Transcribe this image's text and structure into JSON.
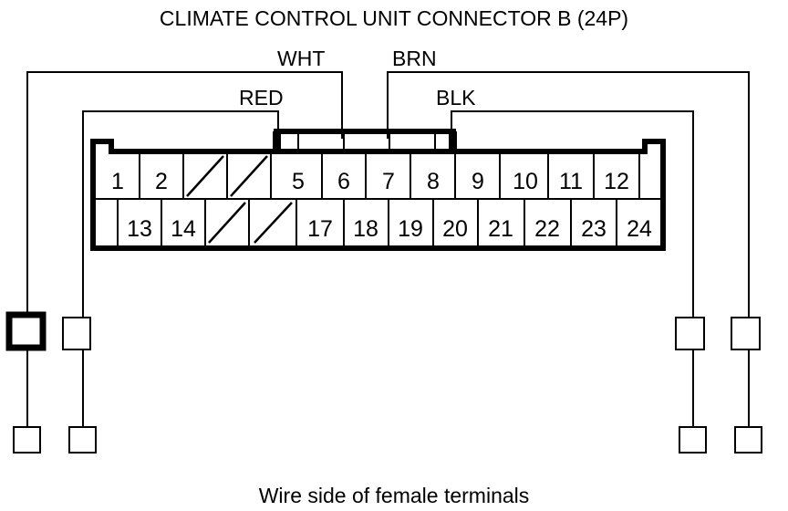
{
  "title": "CLIMATE CONTROL UNIT CONNECTOR B (24P)",
  "caption": "Wire side of female terminals",
  "connector": {
    "name": "CLIMATE CONTROL UNIT CONNECTOR B",
    "pin_count": "24P",
    "top_row": [
      {
        "label": "1",
        "type": "pin"
      },
      {
        "label": "2",
        "type": "pin"
      },
      {
        "label": "",
        "type": "blank-slashed"
      },
      {
        "label": "",
        "type": "blank-slashed"
      },
      {
        "label": "5",
        "type": "pin"
      },
      {
        "label": "6",
        "type": "pin"
      },
      {
        "label": "7",
        "type": "pin"
      },
      {
        "label": "8",
        "type": "pin"
      },
      {
        "label": "9",
        "type": "pin"
      },
      {
        "label": "10",
        "type": "pin"
      },
      {
        "label": "11",
        "type": "pin"
      },
      {
        "label": "12",
        "type": "pin"
      },
      {
        "label": "",
        "type": "empty"
      }
    ],
    "bottom_row": [
      {
        "label": "",
        "type": "empty-half"
      },
      {
        "label": "13",
        "type": "pin"
      },
      {
        "label": "14",
        "type": "pin"
      },
      {
        "label": "",
        "type": "blank-slashed"
      },
      {
        "label": "",
        "type": "blank-slashed"
      },
      {
        "label": "17",
        "type": "pin"
      },
      {
        "label": "18",
        "type": "pin"
      },
      {
        "label": "19",
        "type": "pin"
      },
      {
        "label": "20",
        "type": "pin"
      },
      {
        "label": "21",
        "type": "pin"
      },
      {
        "label": "22",
        "type": "pin"
      },
      {
        "label": "23",
        "type": "pin"
      },
      {
        "label": "24",
        "type": "pin"
      }
    ]
  },
  "wires": [
    {
      "label": "WHT",
      "side": "left",
      "highlighted": true
    },
    {
      "label": "RED",
      "side": "left",
      "highlighted": false
    },
    {
      "label": "BRN",
      "side": "right",
      "highlighted": false
    },
    {
      "label": "BLK",
      "side": "right",
      "highlighted": false
    }
  ],
  "terminals": {
    "upper": [
      {
        "wire": "WHT",
        "style": "bold"
      },
      {
        "wire": "RED",
        "style": "thin"
      },
      {
        "wire": "BLK",
        "style": "thin"
      },
      {
        "wire": "BRN",
        "style": "thin"
      }
    ],
    "lower": [
      {
        "wire": "WHT",
        "style": "thin"
      },
      {
        "wire": "RED",
        "style": "thin"
      },
      {
        "wire": "BLK",
        "style": "thin"
      },
      {
        "wire": "BRN",
        "style": "thin"
      }
    ]
  },
  "colors": {
    "ink": "#000000",
    "paper": "#ffffff"
  }
}
